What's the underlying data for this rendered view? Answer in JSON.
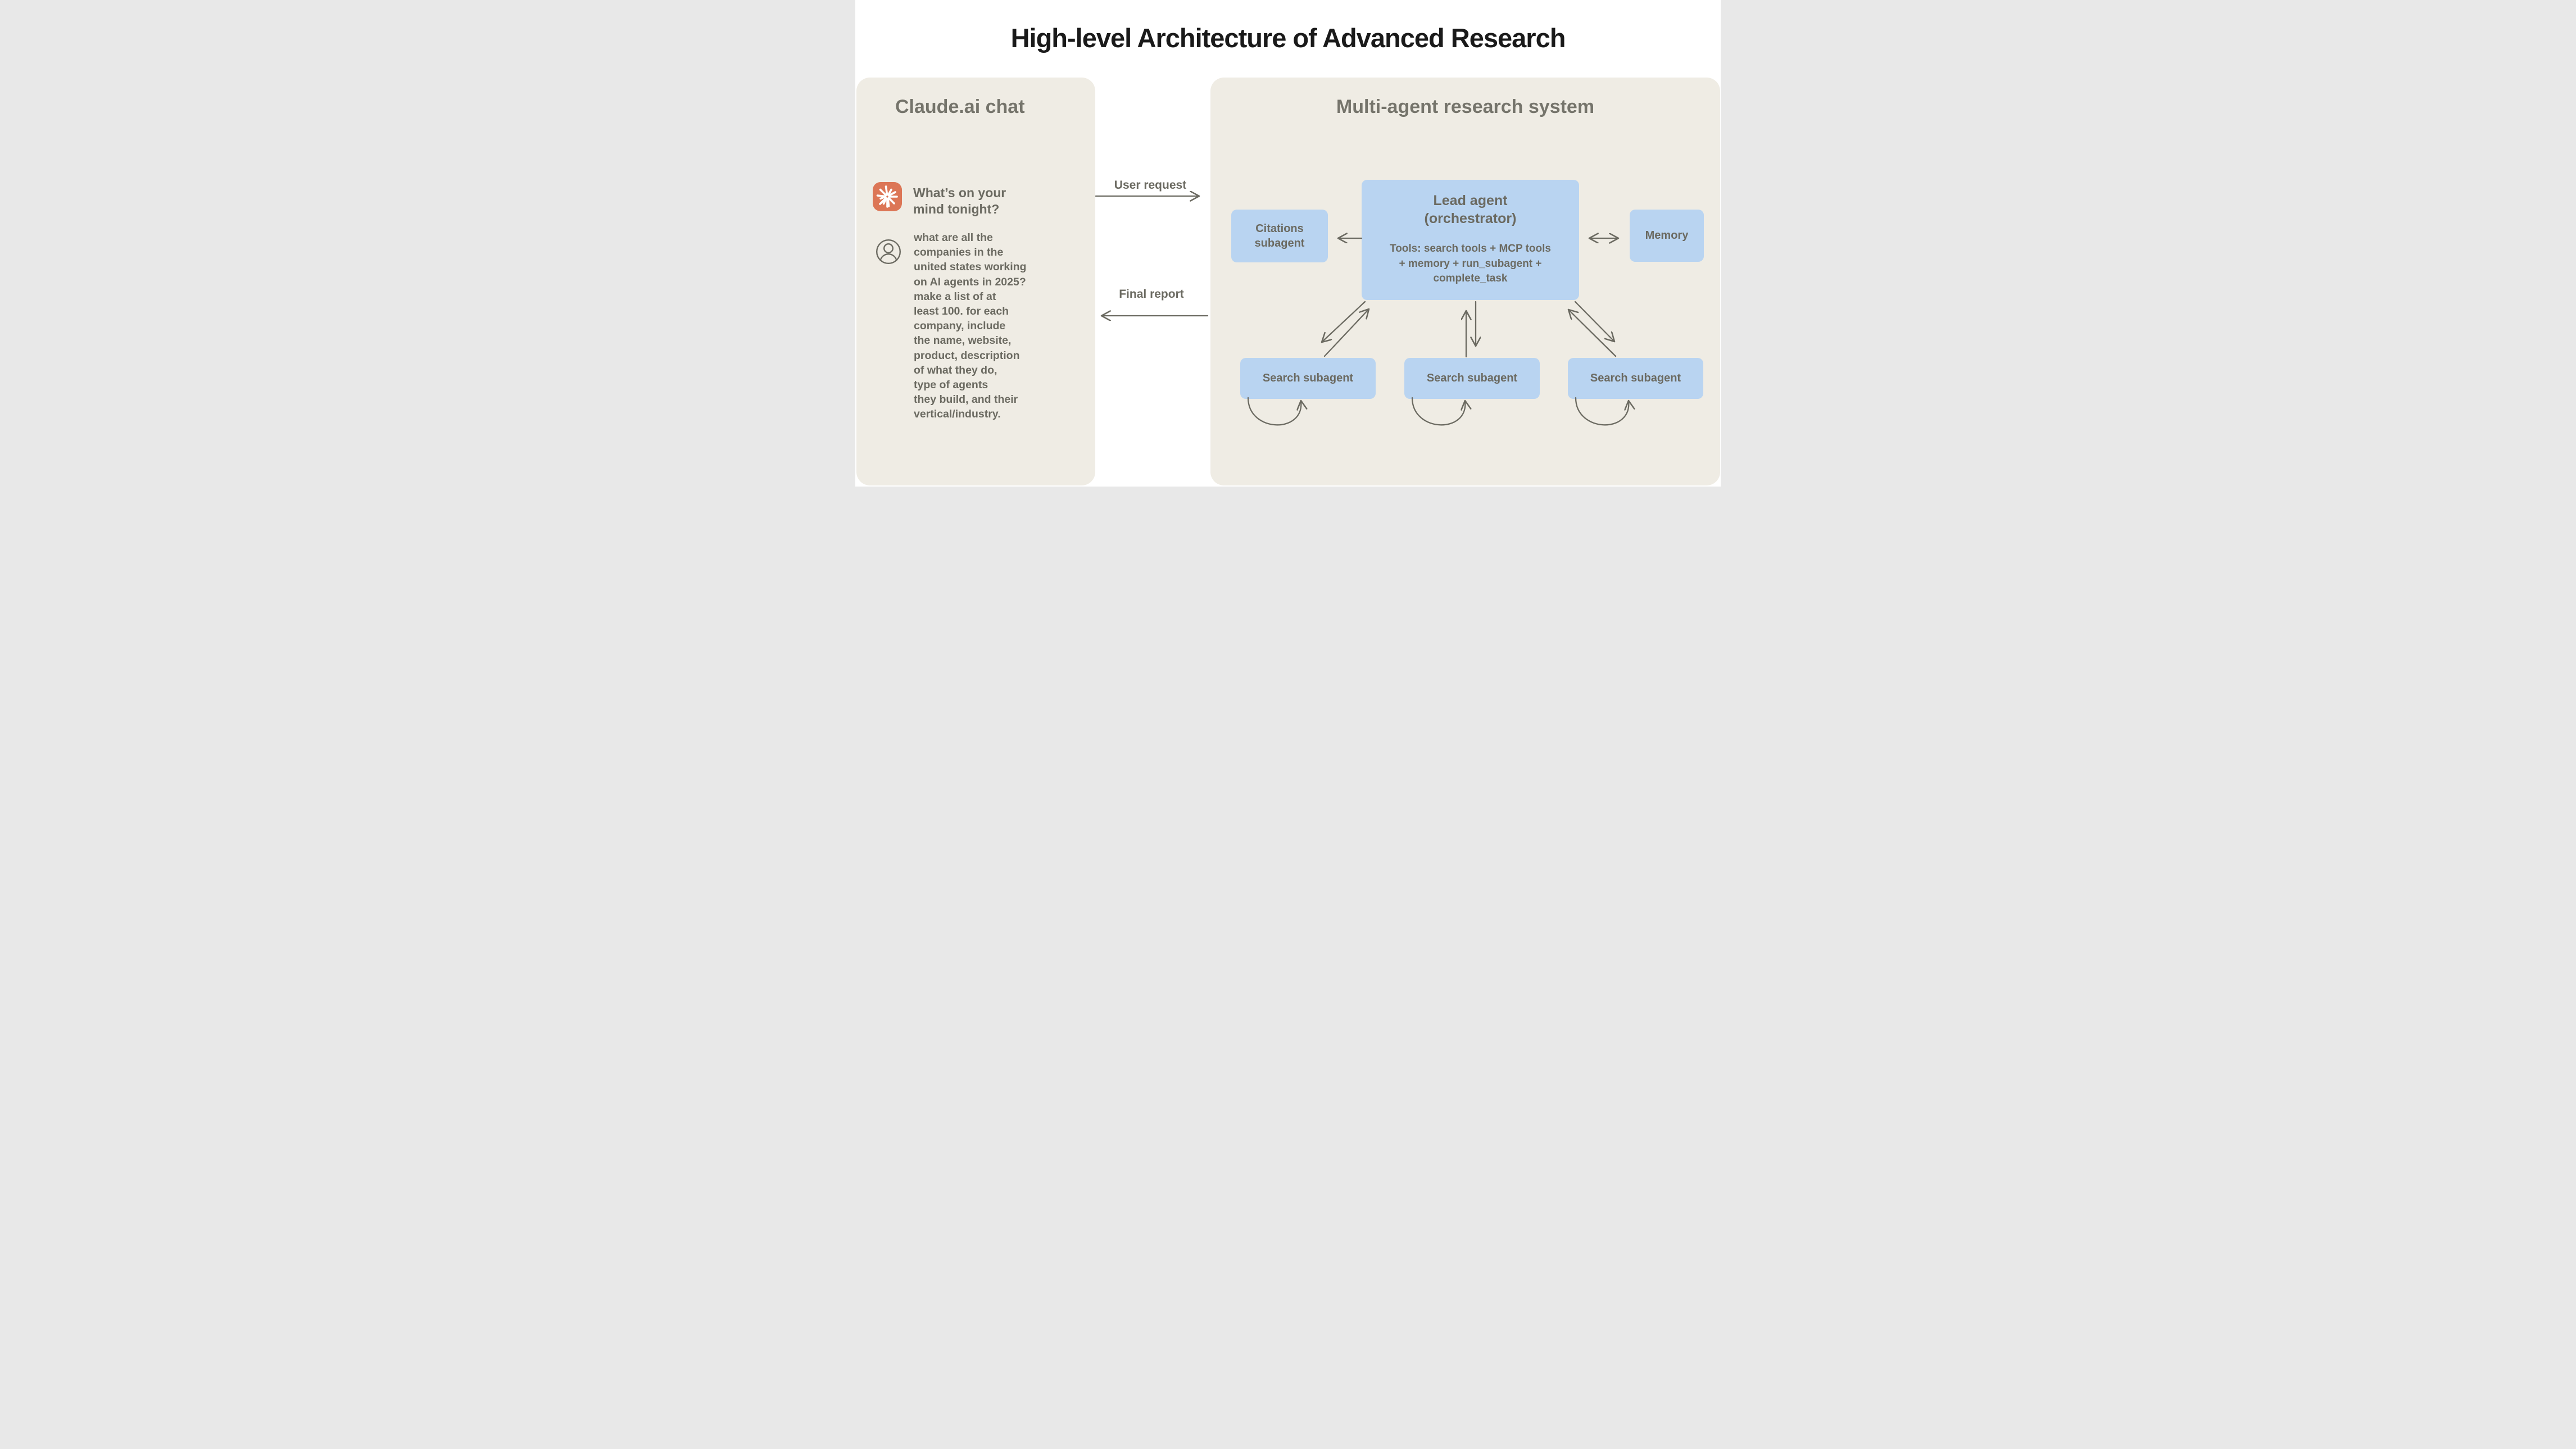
{
  "title": "High-level Architecture of Advanced Research",
  "colors": {
    "title-black": "#1a1a1a",
    "heading-gray": "#75746b",
    "text-gray": "#6b6a61",
    "arrow-gray": "#6b6a61",
    "panel-beige": "#efece4",
    "box-blue": "#b9d4f1",
    "icon-orange": "#dc7656",
    "page-white": "#ffffff"
  },
  "left_panel": {
    "title": "Claude.ai chat",
    "assistant_message": {
      "icon": "claude-starburst-icon",
      "lines": [
        "What’s on your",
        "mind tonight?"
      ]
    },
    "user_message": {
      "icon": "user-avatar-icon",
      "lines": [
        "what are all the",
        "companies in the",
        "united states working",
        "on AI agents in 2025?",
        "make a list of at",
        "least 100. for each",
        "company, include",
        "the name, website,",
        "product, description",
        "of what they do,",
        "type of agents",
        "they build, and their",
        "vertical/industry."
      ]
    }
  },
  "flows": {
    "user_request_label": "User request",
    "final_report_label": "Final report"
  },
  "right_panel": {
    "title": "Multi-agent research system",
    "lead_agent": {
      "title_lines": [
        "Lead agent",
        "(orchestrator)"
      ],
      "tools_lines": [
        "Tools: search tools + MCP tools",
        "+ memory + run_subagent +",
        "complete_task"
      ]
    },
    "citations_subagent": {
      "lines": [
        "Citations",
        "subagent"
      ]
    },
    "memory": {
      "label": "Memory"
    },
    "search_subagents": [
      "Search subagent",
      "Search subagent",
      "Search subagent"
    ]
  }
}
